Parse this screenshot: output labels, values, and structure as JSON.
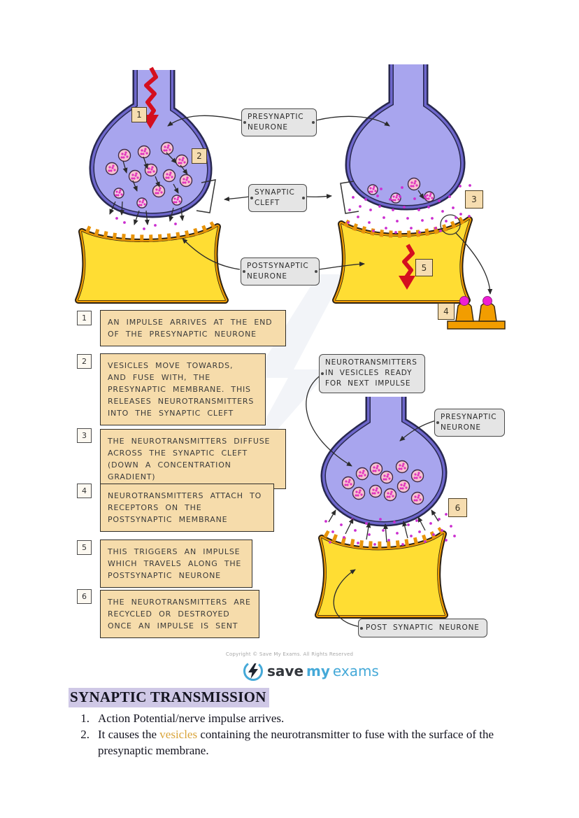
{
  "diagram": {
    "labels": {
      "presynaptic_top": "PRESYNAPTIC NEURONE",
      "synaptic_cleft": "SYNAPTIC CLEFT",
      "postsynaptic_top": "POSTSYNAPTIC NEURONE",
      "vesicles_ready": "NEUROTRANSMITTERS IN VESICLES READY FOR NEXT IMPULSE",
      "presynaptic_lower": "PRESYNAPTIC NEURONE",
      "postsynaptic_lower": "POST SYNAPTIC NEURONE"
    },
    "steps": [
      {
        "num": "1",
        "text": "AN IMPULSE ARRIVES AT THE END OF THE PRESYNAPTIC NEURONE"
      },
      {
        "num": "2",
        "text": "VESICLES MOVE TOWARDS, AND FUSE WITH, THE PRESYNAPTIC MEMBRANE. THIS RELEASES NEUROTRANSMITTERS INTO THE SYNAPTIC CLEFT"
      },
      {
        "num": "3",
        "text": "THE NEUROTRANSMITTERS DIFFUSE ACROSS THE SYNAPTIC CLEFT (DOWN A CONCENTRATION GRADIENT)"
      },
      {
        "num": "4",
        "text": "NEUROTRANSMITTERS ATTACH TO RECEPTORS ON THE POSTSYNAPTIC MEMBRANE"
      },
      {
        "num": "5",
        "text": "THIS TRIGGERS AN IMPULSE WHICH TRAVELS ALONG THE POSTSYNAPTIC NEURONE"
      },
      {
        "num": "6",
        "text": "THE NEUROTRANSMITTERS ARE RECYCLED OR DESTROYED ONCE AN IMPULSE IS SENT"
      }
    ],
    "colors": {
      "neurone_fill": "#a8a5ee",
      "neurone_band": "#6e67cc",
      "outline": "#28284f",
      "postsynaptic_fill": "#ffdd33",
      "postsynaptic_band": "#f29d00",
      "vesicle_fill": "#f7c3d2",
      "neurotransmitter_dot": "#cb2ed0",
      "impulse_red": "#d40f1f",
      "tag_gray": "#e5e5e5",
      "box_tan": "#f6dcab"
    }
  },
  "footer": {
    "copyright": "Copyright © Save My Exams. All Rights Reserved",
    "logo_save": "save",
    "logo_my": "my",
    "logo_exams": "exams"
  },
  "notes": {
    "heading": "SYNAPTIC TRANSMISSION",
    "items": [
      {
        "num": "1.",
        "pre": "Action Potential/nerve impulse arrives.",
        "highlight": "",
        "post": ""
      },
      {
        "num": "2.",
        "pre": "It causes the ",
        "highlight": "vesicles",
        "post": " containing the neurotransmitter to fuse with the surface of the presynaptic membrane."
      }
    ]
  }
}
